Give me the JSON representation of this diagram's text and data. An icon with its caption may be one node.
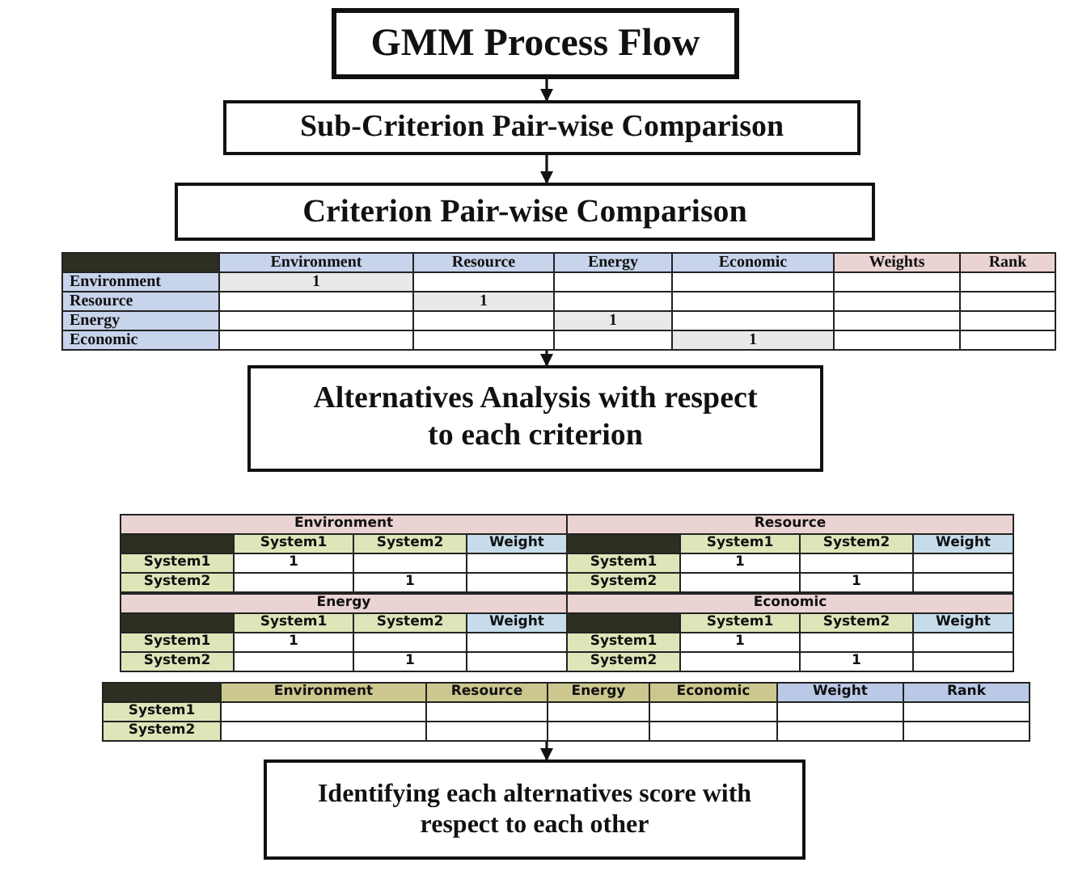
{
  "diagram": {
    "nodes": [
      {
        "text": [
          "GMM Process Flow"
        ]
      },
      {
        "text": [
          "Sub-Criterion Pair-wise Comparison"
        ]
      },
      {
        "text": [
          "Criterion Pair-wise Comparison"
        ]
      },
      {
        "text": [
          "Environment",
          "Resource",
          "Energy",
          "Economic",
          "Weights",
          "Rank",
          "Environment",
          "1",
          "Resource",
          "1",
          "Energy",
          "1",
          "Economic",
          "1"
        ]
      },
      {
        "text": [
          "Alternatives Analysis with respect to each criterion"
        ]
      },
      {
        "text": [
          "Environment",
          "System1",
          "System2",
          "Weight",
          "System1",
          "1",
          "System2",
          "1"
        ]
      },
      {
        "text": [
          "Resource",
          "System1",
          "System2",
          "Weight",
          "System1",
          "1",
          "System2",
          "1"
        ]
      },
      {
        "text": [
          "Energy",
          "System1",
          "System2",
          "Weight",
          "System1",
          "1",
          "System2",
          "1"
        ]
      },
      {
        "text": [
          "Economic",
          "System1",
          "System2",
          "Weight",
          "System1",
          "1",
          "System2",
          "1"
        ]
      },
      {
        "text": [
          "Environment",
          "Resource",
          "Energy",
          "Economic",
          "Weight",
          "Rank",
          "System1",
          "System2"
        ]
      },
      {
        "text": [
          "Identifying each alternatives score with respect to each other"
        ]
      }
    ],
    "edges": [
      {
        "from": 0,
        "to": 1,
        "arrow": "to"
      },
      {
        "from": 1,
        "to": 2,
        "arrow": "to"
      },
      {
        "from": 3,
        "to": 4,
        "arrow": "to"
      },
      {
        "from": 9,
        "to": 10,
        "arrow": "to"
      }
    ]
  }
}
